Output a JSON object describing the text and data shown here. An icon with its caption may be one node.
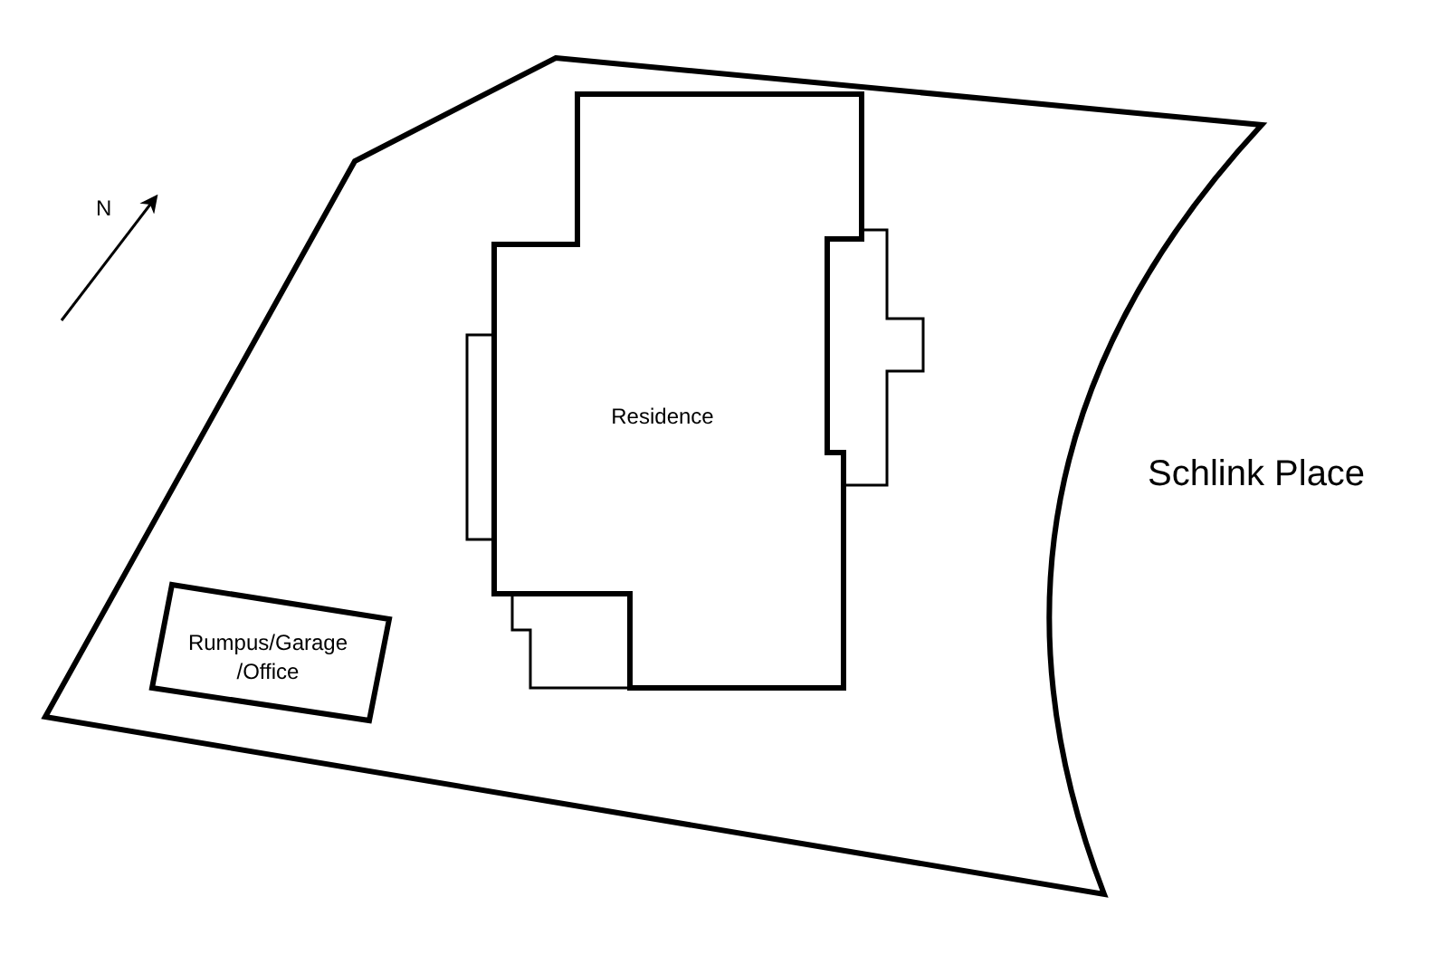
{
  "diagram": {
    "nodes": [
      {
        "text": [
          "Residence"
        ]
      },
      {
        "text": [
          "Rumpus/Garage /Office"
        ]
      }
    ],
    "labels": [
      "N",
      "Schlink Place"
    ]
  }
}
